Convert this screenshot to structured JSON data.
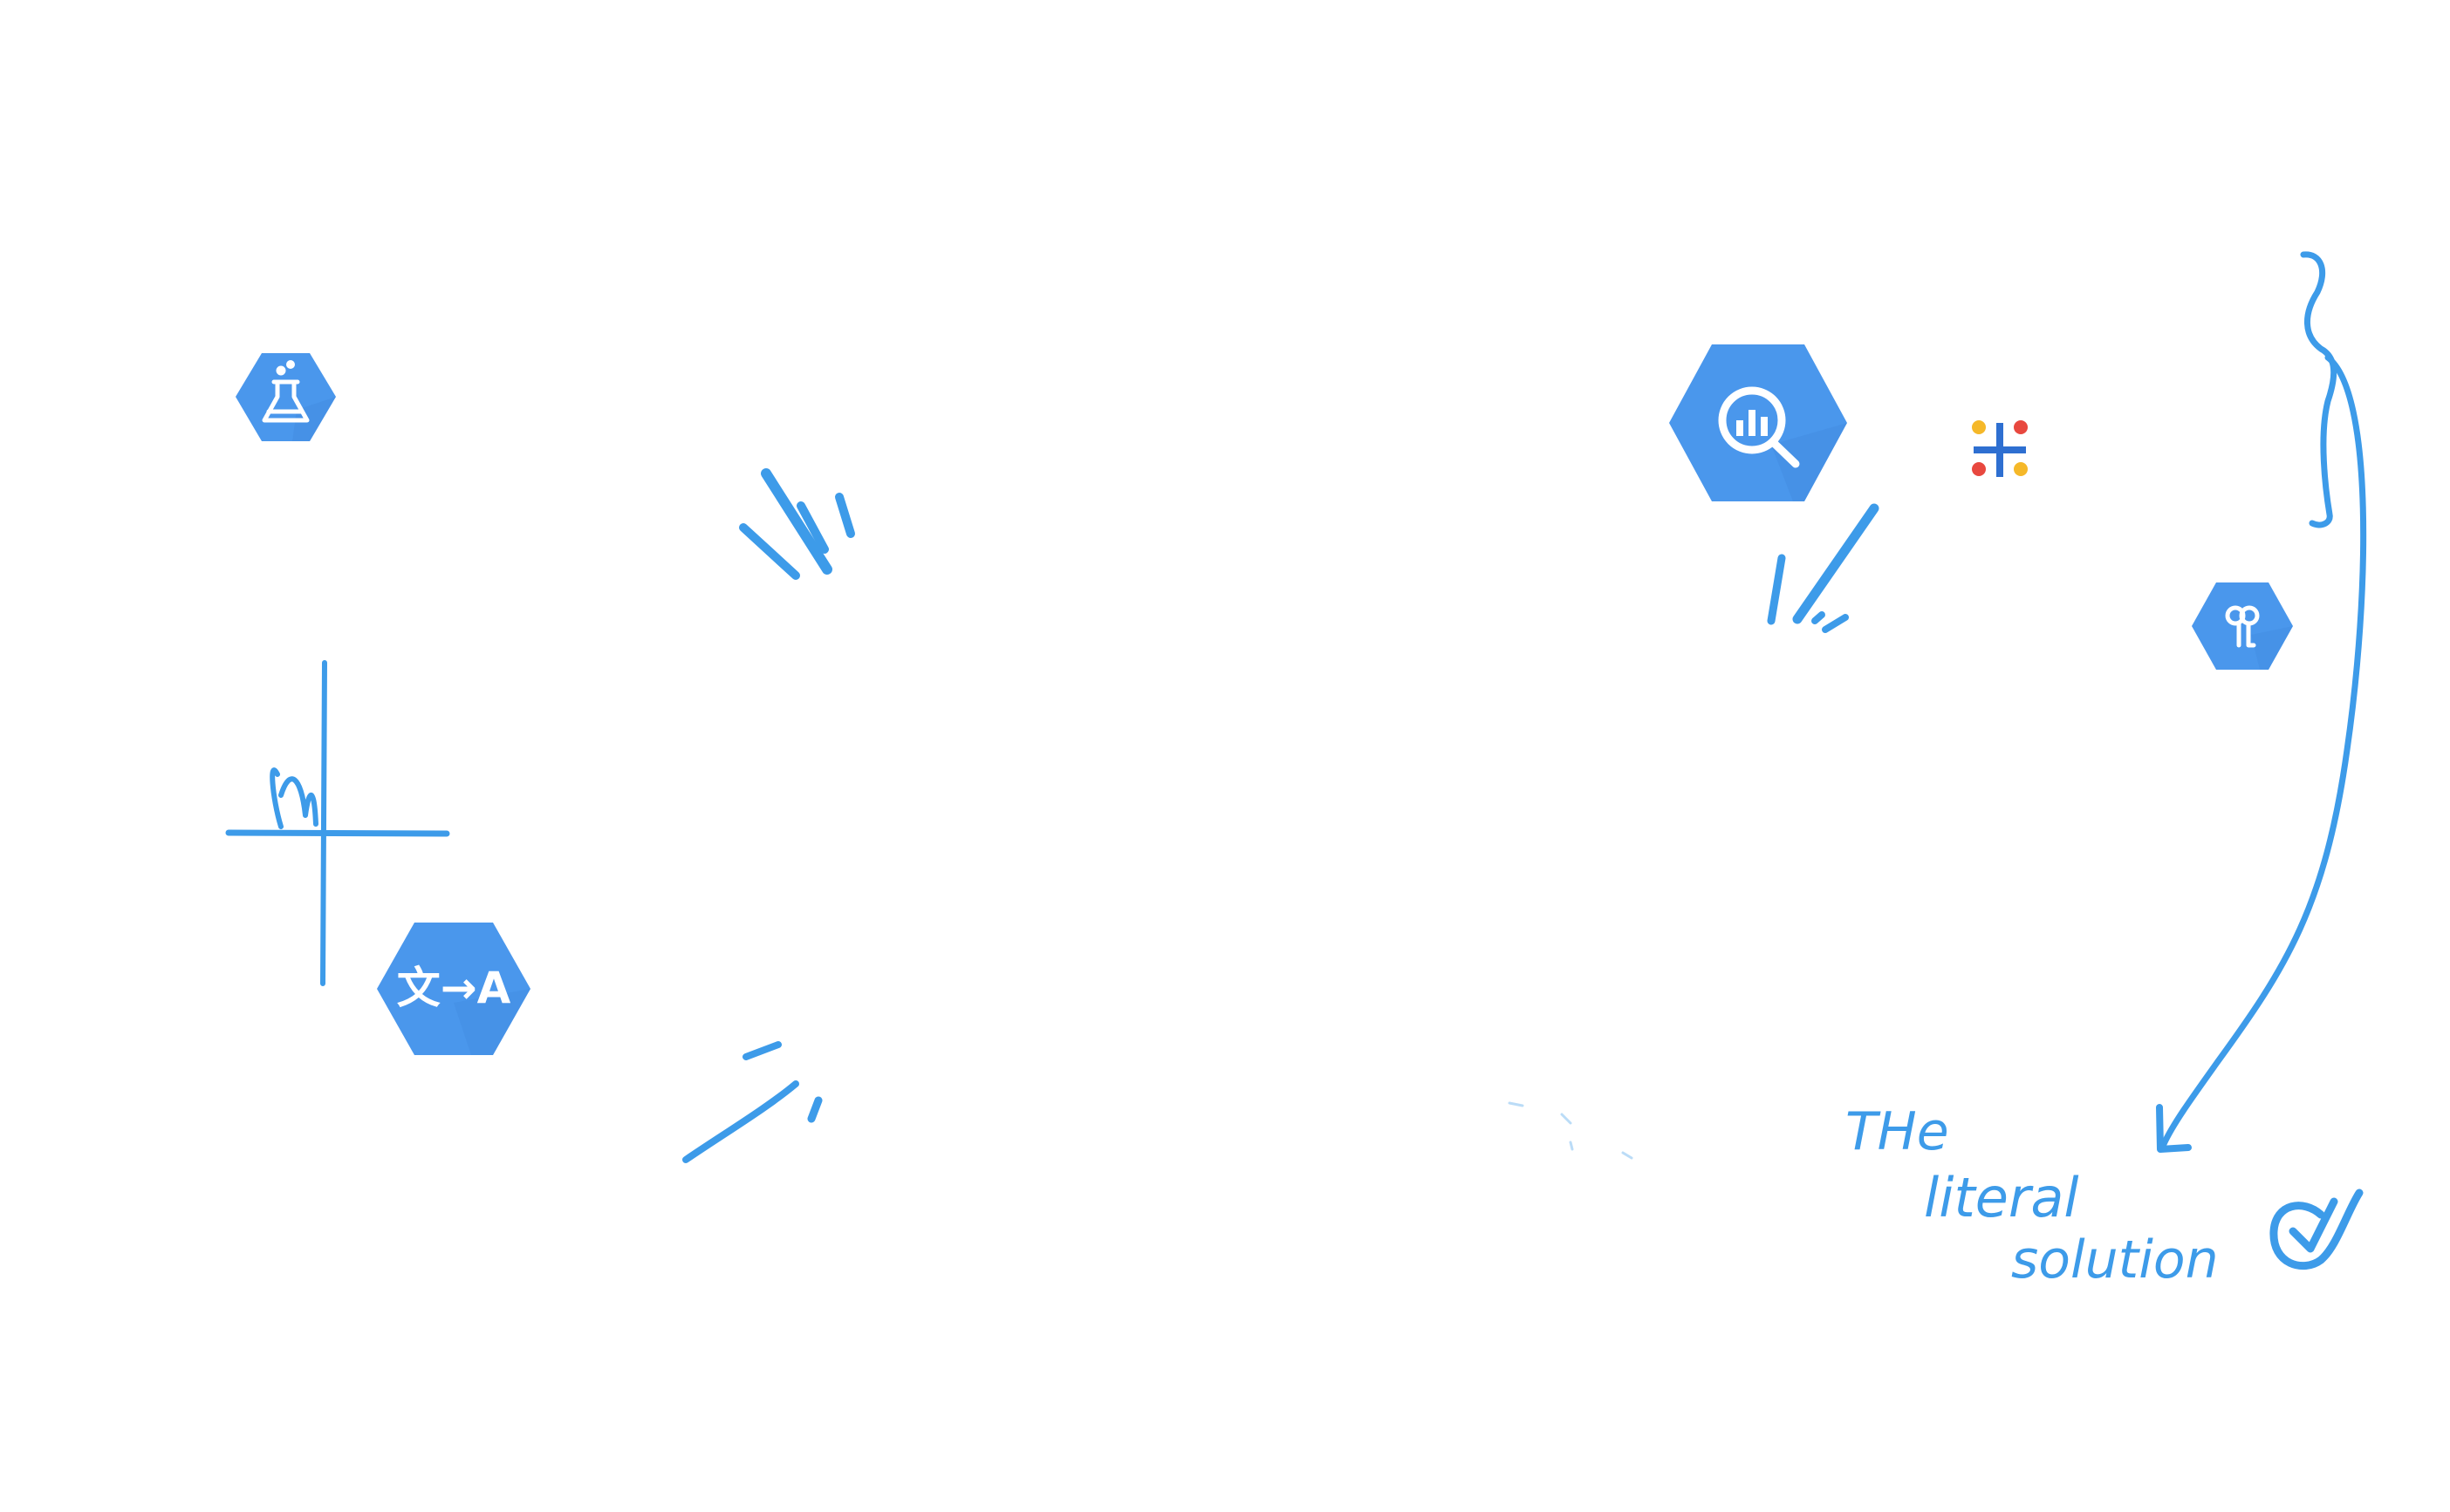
{
  "diagram": {
    "annotation": {
      "line1": "THe",
      "line2": "literal",
      "line3": "solution"
    },
    "icons": [
      {
        "name": "lab-flask-icon"
      },
      {
        "name": "translate-icon",
        "label": "文→A"
      },
      {
        "name": "bigquery-icon"
      },
      {
        "name": "tableau-icon"
      },
      {
        "name": "key-icon"
      }
    ],
    "colors": {
      "ink": "#3d9be9",
      "hex": "#4a97ec",
      "tableau_blue": "#2e6fd1",
      "tableau_red": "#e8483f",
      "tableau_yellow": "#f5b829"
    }
  }
}
